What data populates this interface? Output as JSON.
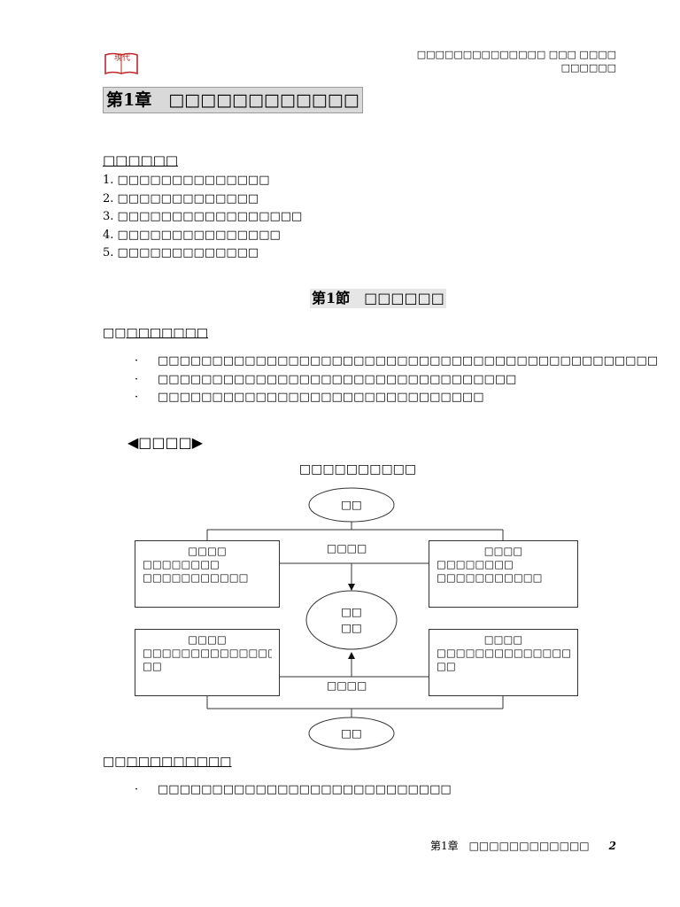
{
  "header": {
    "logo_text": "現代",
    "right_line1": "□□□□□□□□□□□□□□ □□□ □□□□",
    "right_line2": "□□□□□□"
  },
  "chapter_title": "第1章　□□□□□□□□□□□□",
  "objectives": {
    "heading": "□□□□□□",
    "items": [
      "1. □□□□□□□□□□□□□□",
      "2. □□□□□□□□□□□□□",
      "3. □□□□□□□□□□□□□□□□□",
      "4. □□□□□□□□□□□□□□□",
      "5. □□□□□□□□□□□□□"
    ]
  },
  "section_title": "第1節　□□□□□□",
  "subsection1": {
    "prefix": "□□",
    "text": "□□□□□□□",
    "bullets": [
      "□□□□□□□□□□□□□□□□□□□□□□□□□□□□□□□□□□□□□□□□□□□□□□",
      "□□□□□□□□□□□□□□□□□□□□□□□□□□□□□□□□□",
      "□□□□□□□□□□□□□□□□□□□□□□□□□□□□□□"
    ],
    "bullet_mark": "·"
  },
  "diagram_label": "◀□□□□▶",
  "diagram": {
    "title": "□□□□□□□□□□",
    "top_oval": "□□",
    "center_oval_line1": "□□",
    "center_oval_line2": "□□",
    "bottom_oval": "□□",
    "edge_top": "□□□□",
    "edge_bottom": "□□□□",
    "box_tl": {
      "title": "□□□□",
      "lines": [
        "□□□□□□□□",
        "□□□□□□□□□□□"
      ]
    },
    "box_tr": {
      "title": "□□□□",
      "lines": [
        "□□□□□□□□",
        "□□□□□□□□□□□"
      ]
    },
    "box_bl": {
      "title": "□□□□",
      "lines": [
        "□□□□□□□□□□□□□□□□□□",
        "□□"
      ]
    },
    "box_br": {
      "title": "□□□□",
      "lines": [
        "□□□□□□□□□□□□□□□□□□",
        "□□"
      ]
    }
  },
  "subsection2": {
    "prefix": "□□",
    "text": "□□□□□□□□□",
    "bullets": [
      "□□□□□□□□□□□□□□□□□□□□□□□□□□□"
    ],
    "bullet_mark": "·"
  },
  "footer": {
    "text": "第1章　□□□□□□□□□□□□",
    "page_number": "2"
  },
  "colors": {
    "title_bg": "#d9d9d9",
    "section_bg": "#e6e6e6",
    "logo_red": "#c0282a"
  }
}
